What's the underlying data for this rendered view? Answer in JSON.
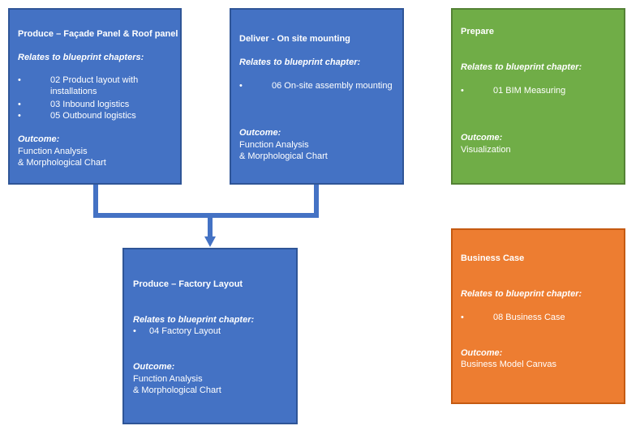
{
  "produce_facade": {
    "title": "Produce – Façade Panel & Roof panel",
    "relates": "Relates to blueprint chapters:",
    "items": [
      "02 Product layout with installations",
      "03 Inbound logistics",
      "05 Outbound logistics"
    ],
    "outcome_label": "Outcome:",
    "outcome_1": "Function Analysis",
    "outcome_2": "& Morphological Chart"
  },
  "deliver": {
    "title": "Deliver - On site mounting",
    "relates": "Relates to blueprint chapter:",
    "items": [
      "06 On-site assembly mounting"
    ],
    "outcome_label": "Outcome:",
    "outcome_1": "Function Analysis",
    "outcome_2": "& Morphological Chart"
  },
  "prepare": {
    "title": "Prepare",
    "relates": "Relates to blueprint chapter:",
    "items": [
      "01 BIM Measuring"
    ],
    "outcome_label": "Outcome:",
    "outcome_1": "Visualization"
  },
  "factory": {
    "title": "Produce – Factory Layout",
    "relates": "Relates to blueprint chapter:",
    "items": [
      "04 Factory Layout"
    ],
    "outcome_label": "Outcome:",
    "outcome_1": "Function Analysis",
    "outcome_2": "& Morphological Chart"
  },
  "business": {
    "title": "Business Case",
    "relates": "Relates to blueprint chapter:",
    "items": [
      "08 Business Case"
    ],
    "outcome_label": "Outcome:",
    "outcome_1": "Business Model Canvas"
  },
  "colors": {
    "blue": "#4472c4",
    "green": "#70ad47",
    "orange": "#ed7d31",
    "connector": "#4472c4"
  }
}
